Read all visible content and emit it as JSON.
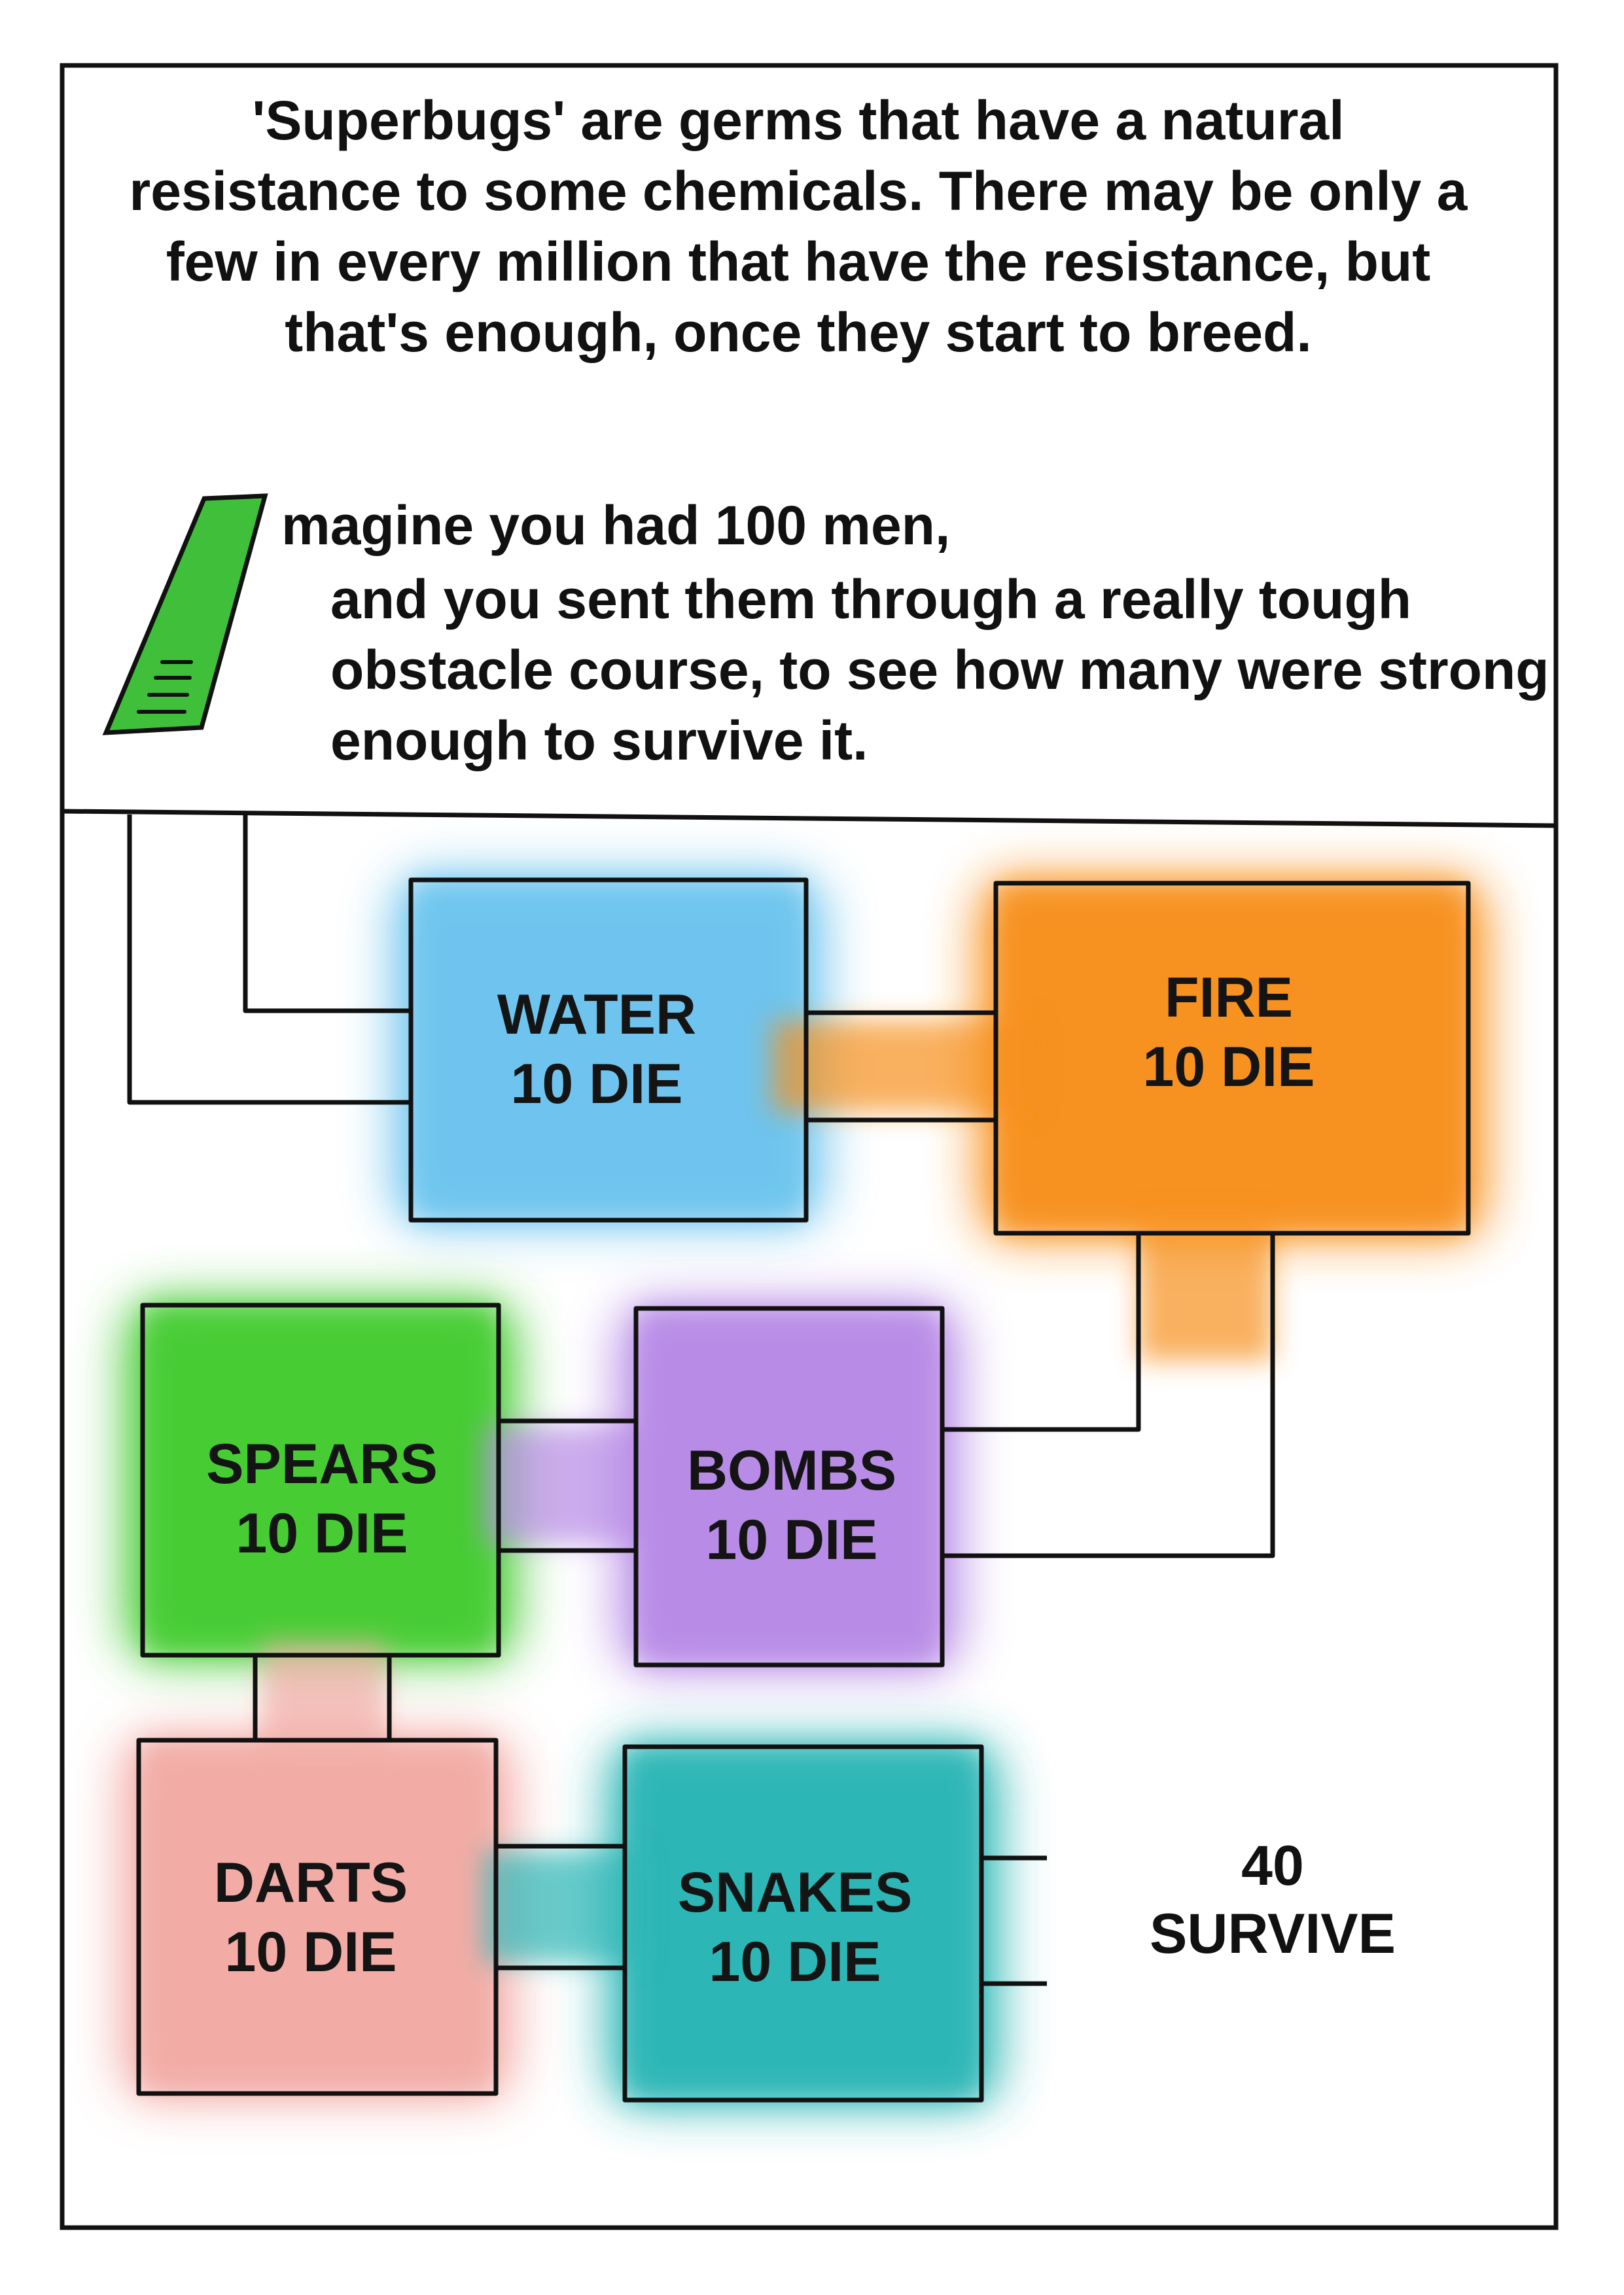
{
  "intro_text": "'Superbugs' are germs that have a natural resistance to some chemicals. There may be only a few in every million that have the resistance, but that's enough, once they start to breed.",
  "imagine_line1": "magine you had 100 men,",
  "imagine_line2": "and you sent them through a really tough obstacle course, to see how many were strong enough to survive it.",
  "obstacles": [
    {
      "name": "WATER",
      "result": "10 DIE",
      "color": "#6cc4ee"
    },
    {
      "name": "FIRE",
      "result": "10 DIE",
      "color": "#f7901e"
    },
    {
      "name": "SPEARS",
      "result": "10 DIE",
      "color": "#44cc33"
    },
    {
      "name": "BOMBS",
      "result": "10 DIE",
      "color": "#b78ae6"
    },
    {
      "name": "DARTS",
      "result": "10 DIE",
      "color": "#f2aaa4"
    },
    {
      "name": "SNAKES",
      "result": "10 DIE",
      "color": "#2ab5b5"
    }
  ],
  "survivors": {
    "count": "40",
    "label": "SURVIVE"
  },
  "colors": {
    "outline": "#111111",
    "bookmark": "#3fbf3a",
    "background": "#ffffff"
  },
  "icons": [
    "bookmark-icon"
  ]
}
